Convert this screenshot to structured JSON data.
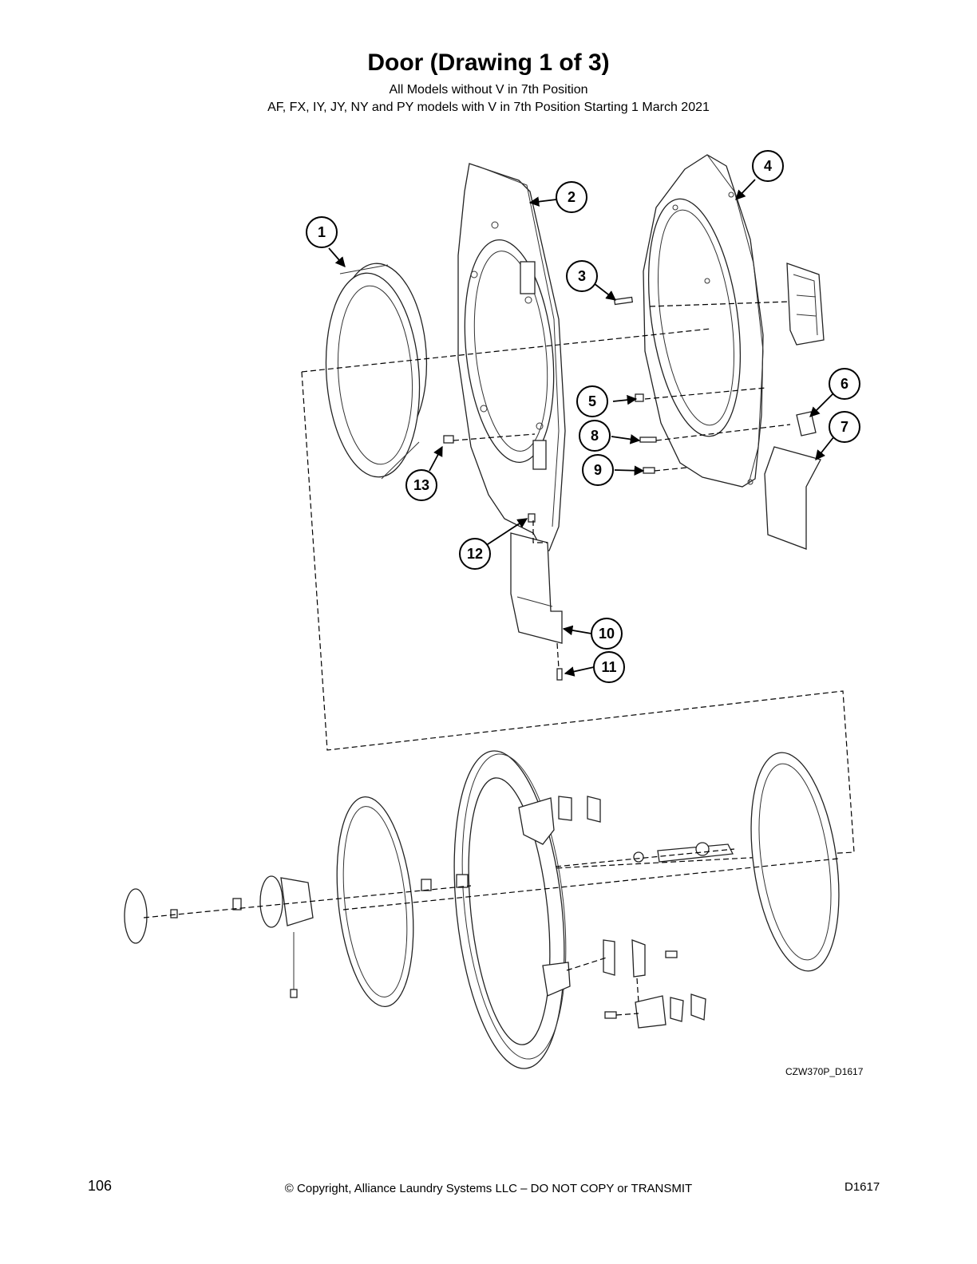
{
  "header": {
    "title": "Door (Drawing 1 of 3)",
    "subtitle_line1": "All Models without V in 7th Position",
    "subtitle_line2": "AF, FX, IY, JY, NY and PY models with V in 7th Position Starting 1 March 2021"
  },
  "callouts": [
    "1",
    "2",
    "3",
    "4",
    "5",
    "6",
    "7",
    "8",
    "9",
    "10",
    "11",
    "12",
    "13"
  ],
  "drawing_code": "CZW370P_D1617",
  "footer": {
    "page_number": "106",
    "copyright": "© Copyright, Alliance Laundry Systems LLC – DO NOT COPY or TRANSMIT",
    "doc_id": "D1617"
  }
}
